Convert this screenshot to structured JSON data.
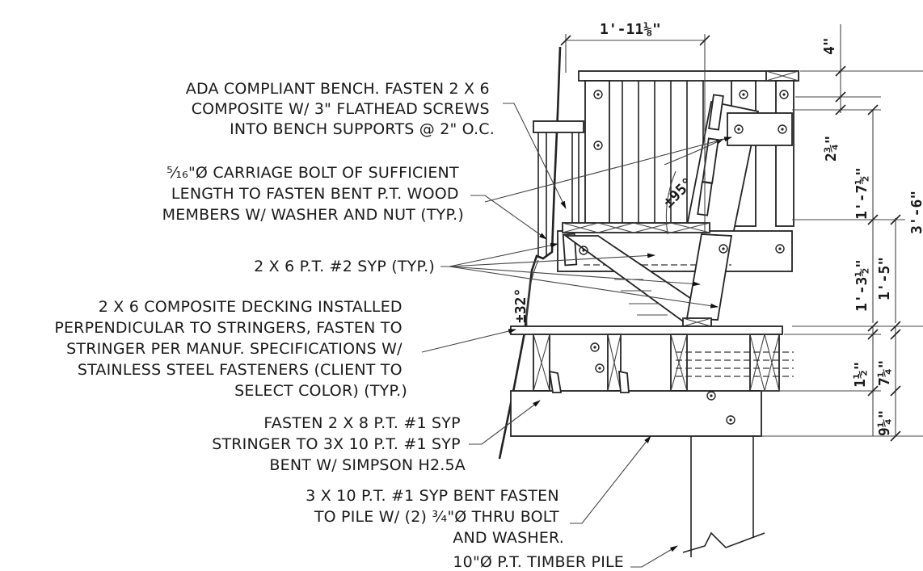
{
  "notes": {
    "bench": [
      "ADA COMPLIANT BENCH. FASTEN 2 X 6",
      "COMPOSITE W/ 3\" FLATHEAD SCREWS",
      "INTO BENCH SUPPORTS @ 2\" O.C."
    ],
    "carriage_bolt": [
      "⁵⁄₁₆\"Ø CARRIAGE BOLT OF SUFFICIENT",
      "LENGTH TO FASTEN BENT P.T. WOOD",
      "MEMBERS W/ WASHER AND NUT (TYP.)"
    ],
    "syp": [
      "2 X 6 P.T. #2 SYP (TYP.)"
    ],
    "decking": [
      "2 X 6 COMPOSITE DECKING INSTALLED",
      "PERPENDICULAR TO STRINGERS, FASTEN TO",
      "STRINGER PER MANUF. SPECIFICATIONS W/",
      "STAINLESS STEEL FASTENERS (CLIENT TO",
      "SELECT COLOR) (TYP.)"
    ],
    "stringer": [
      "FASTEN 2 X 8 P.T. #1 SYP",
      "STRINGER TO 3X 10 P.T. #1 SYP",
      "BENT W/ SIMPSON H2.5A"
    ],
    "bent": [
      "3 X 10 P.T. #1 SYP BENT FASTEN",
      "TO PILE W/ (2) ³⁄₄\"Ø THRU BOLT",
      "AND WASHER."
    ],
    "pile": [
      "10\"Ø P.T. TIMBER PILE"
    ]
  },
  "dimensions": {
    "top_width": "1'-11⅛\"",
    "d_4": "4\"",
    "d_2_3_4": "2¾\"",
    "d_1_7_1_2": "1'-7½\"",
    "d_3_6": "3'-6\"",
    "d_1_3_1_2": "1'-3½\"",
    "d_1_5": "1'-5\"",
    "d_7_1_4": "7¼\"",
    "d_1_1_2": "1½\"",
    "d_9_1_4": "9¼\""
  },
  "angles": {
    "back": "±95°",
    "seat": "±32°"
  }
}
